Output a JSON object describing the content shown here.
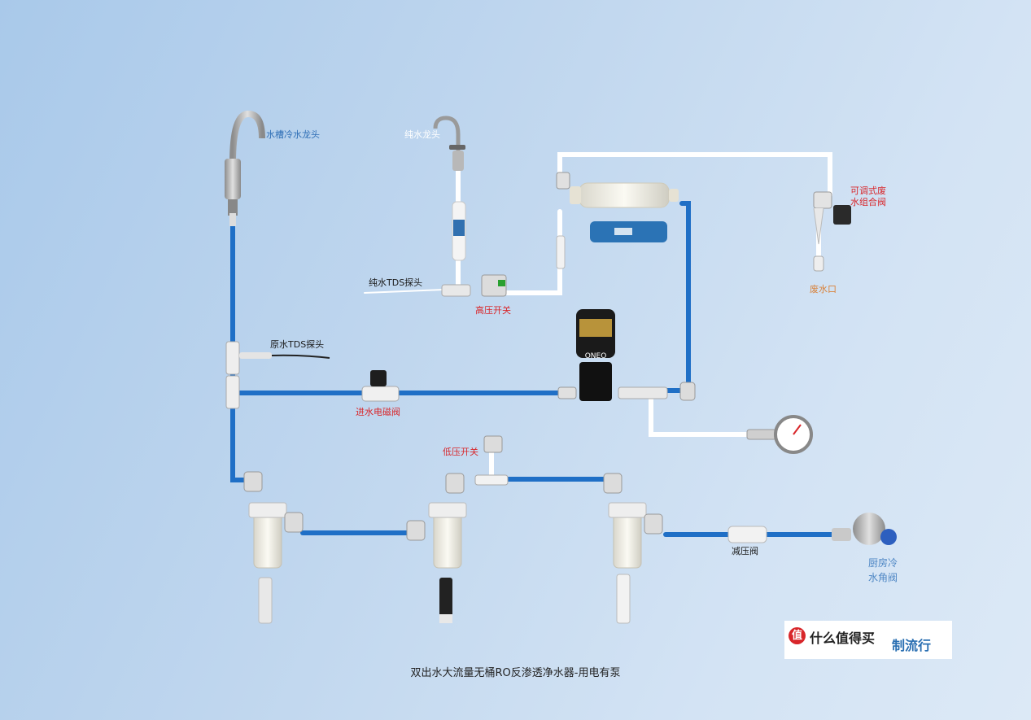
{
  "labels": {
    "sink_faucet": "水槽冷水龙头",
    "pure_faucet": "纯水龙头",
    "pure_tds": "纯水TDS探头",
    "high_pressure_switch": "高压开关",
    "raw_tds": "原水TDS探头",
    "inlet_solenoid": "进水电磁阀",
    "waste_valve_line1": "可调式废",
    "waste_valve_line2": "水组合阀",
    "waste_outlet": "废水口",
    "low_pressure_switch": "低压开关",
    "pressure_reducer": "减压阀",
    "angle_valve_line1": "厨房冷",
    "angle_valve_line2": "水角阀"
  },
  "pump_brand": "ONEO",
  "title": "双出水大流量无桶RO反渗透净水器-用电有泵",
  "logo": {
    "badge": "值",
    "brand": "什么值得买",
    "partner": "制流行"
  },
  "colors": {
    "blue_pipe": "#1f6fc6",
    "white_pipe": "#ffffff",
    "red_label": "#d8262a"
  }
}
